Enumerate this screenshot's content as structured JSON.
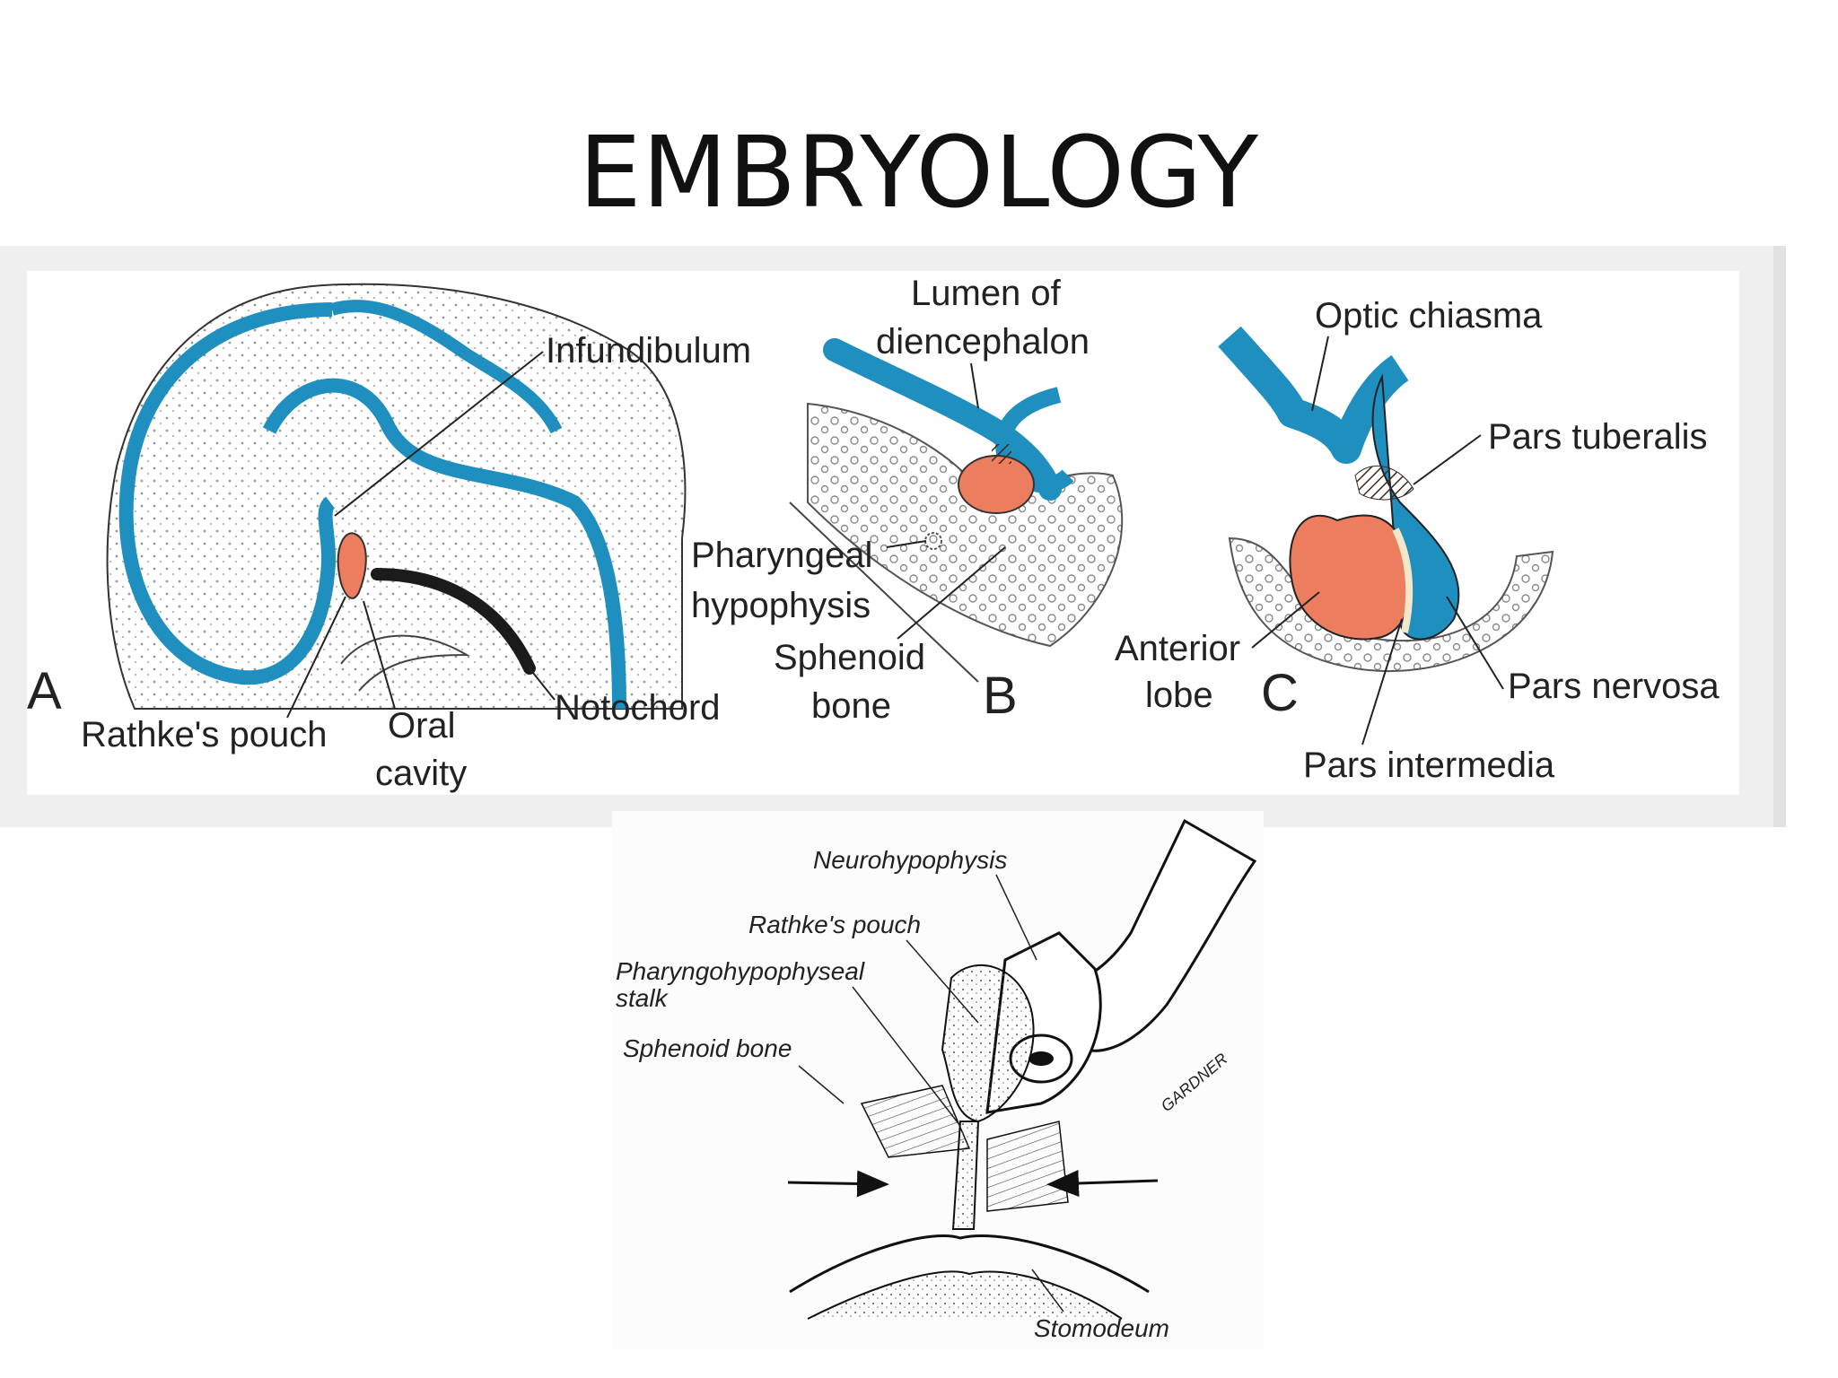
{
  "title": "EMBRYOLOGY",
  "colors": {
    "neural": "#1f8fc0",
    "pouch": "#ec7e5f",
    "notochord": "#1b1b1b",
    "panel_bg": "#efefef"
  },
  "top_figure": {
    "panel_a": {
      "letter": "A",
      "labels": {
        "infundibulum": "Infundibulum",
        "rathkes_pouch": "Rathke's pouch",
        "oral": "Oral",
        "cavity": "cavity",
        "notochord": "Notochord"
      }
    },
    "panel_b": {
      "letter": "B",
      "labels": {
        "lumen_of": "Lumen of",
        "diencephalon": "diencephalon",
        "pharyngeal": "Pharyngeal",
        "hypophysis": "hypophysis",
        "sphenoid": "Sphenoid",
        "bone": "bone"
      }
    },
    "panel_c": {
      "letter": "C",
      "labels": {
        "optic_chiasma": "Optic chiasma",
        "pars_tuberalis": "Pars tuberalis",
        "anterior": "Anterior",
        "lobe": "lobe",
        "pars_nervosa": "Pars nervosa",
        "pars_intermedia": "Pars intermedia"
      }
    }
  },
  "bottom_figure": {
    "labels": {
      "neurohypophysis": "Neurohypophysis",
      "rathkes_pouch": "Rathke's pouch",
      "pharyngohypophyseal": "Pharyngohypophyseal",
      "stalk": "stalk",
      "sphenoid_bone": "Sphenoid bone",
      "stomodeum": "Stomodeum"
    },
    "signature": "GARDNER"
  }
}
